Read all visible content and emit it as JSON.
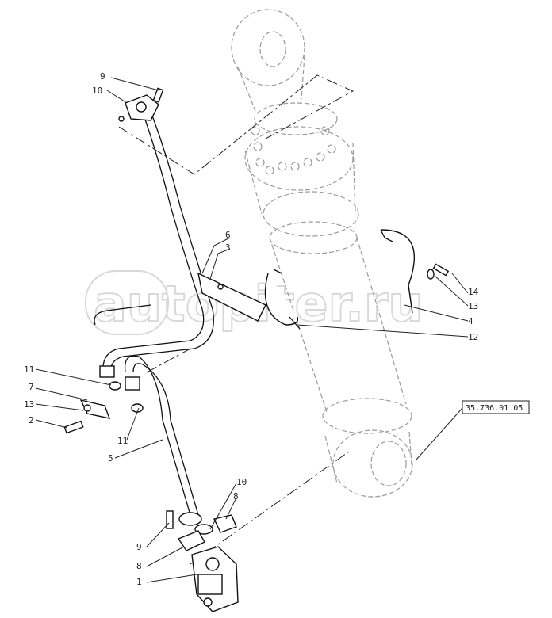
{
  "watermark": {
    "text": "autopiter.ru"
  },
  "reference_box": {
    "text": "35.736.01 05"
  },
  "callouts": [
    {
      "id": "c9a",
      "text": "9"
    },
    {
      "id": "c10a",
      "text": "10"
    },
    {
      "id": "c6",
      "text": "6"
    },
    {
      "id": "c3",
      "text": "3"
    },
    {
      "id": "c11a",
      "text": "11"
    },
    {
      "id": "c7",
      "text": "7"
    },
    {
      "id": "c13a",
      "text": "13"
    },
    {
      "id": "c2",
      "text": "2"
    },
    {
      "id": "c11b",
      "text": "11"
    },
    {
      "id": "c5",
      "text": "5"
    },
    {
      "id": "c14",
      "text": "14"
    },
    {
      "id": "c13b",
      "text": "13"
    },
    {
      "id": "c4",
      "text": "4"
    },
    {
      "id": "c12",
      "text": "12"
    },
    {
      "id": "c10b",
      "text": "10"
    },
    {
      "id": "c8a",
      "text": "8"
    },
    {
      "id": "c9b",
      "text": "9"
    },
    {
      "id": "c8b",
      "text": "8"
    },
    {
      "id": "c1",
      "text": "1"
    }
  ]
}
